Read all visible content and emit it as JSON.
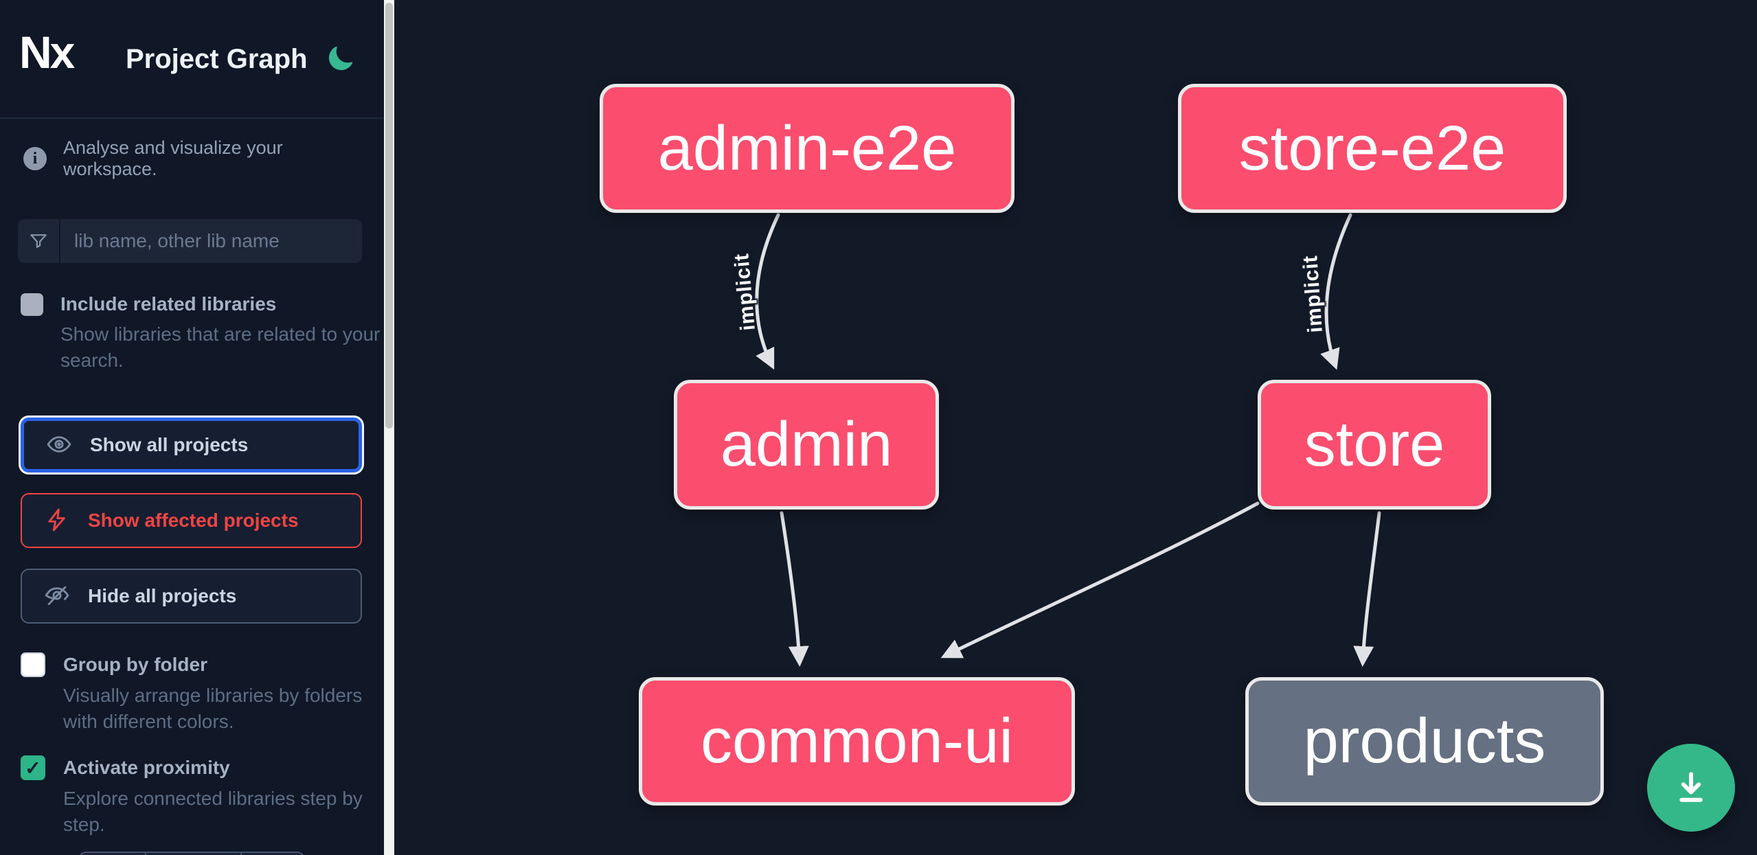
{
  "header": {
    "logo": "Nx",
    "title": "Project Graph",
    "theme_icon": "moon-icon",
    "theme_color": "#38b890"
  },
  "info": {
    "text": "Analyse and visualize your workspace."
  },
  "search": {
    "placeholder": "lib name, other lib name",
    "value": "",
    "icon": "filter-funnel-icon"
  },
  "options": [
    {
      "label": "Include related libraries",
      "description": "Show libraries that are related to your search.",
      "checked": false
    },
    {
      "label": "Group by folder",
      "description": "Visually arrange libraries by folders with different colors.",
      "checked": false
    },
    {
      "label": "Activate proximity",
      "description": "Explore connected libraries step by step.",
      "checked": true
    }
  ],
  "actions": [
    {
      "label": "Show all projects",
      "icon": "eye-icon",
      "state": "focused"
    },
    {
      "label": "Show affected projects",
      "icon": "bolt-icon",
      "state": "affected"
    },
    {
      "label": "Hide all projects",
      "icon": "eye-off-icon",
      "state": "default"
    }
  ],
  "graph": {
    "nodes": [
      {
        "id": "admin-e2e",
        "label": "admin-e2e",
        "type": "affected"
      },
      {
        "id": "store-e2e",
        "label": "store-e2e",
        "type": "affected"
      },
      {
        "id": "admin",
        "label": "admin",
        "type": "affected"
      },
      {
        "id": "store",
        "label": "store",
        "type": "affected"
      },
      {
        "id": "common-ui",
        "label": "common-ui",
        "type": "affected"
      },
      {
        "id": "products",
        "label": "products",
        "type": "neutral"
      }
    ],
    "edges": [
      {
        "from": "admin-e2e",
        "to": "admin",
        "label": "implicit"
      },
      {
        "from": "store-e2e",
        "to": "store",
        "label": "implicit"
      },
      {
        "from": "admin",
        "to": "common-ui",
        "label": ""
      },
      {
        "from": "store",
        "to": "common-ui",
        "label": ""
      },
      {
        "from": "store",
        "to": "products",
        "label": ""
      }
    ]
  },
  "fab": {
    "icon": "download-icon"
  },
  "colors": {
    "affected_node": "#fb4e6e",
    "neutral_node": "#667083",
    "edge": "#e0e2e5",
    "accent_green": "#34b789",
    "focus_blue": "#2a63e8",
    "danger_red": "#ef4444",
    "sidebar_bg": "#101828",
    "canvas_bg": "#131a27"
  }
}
